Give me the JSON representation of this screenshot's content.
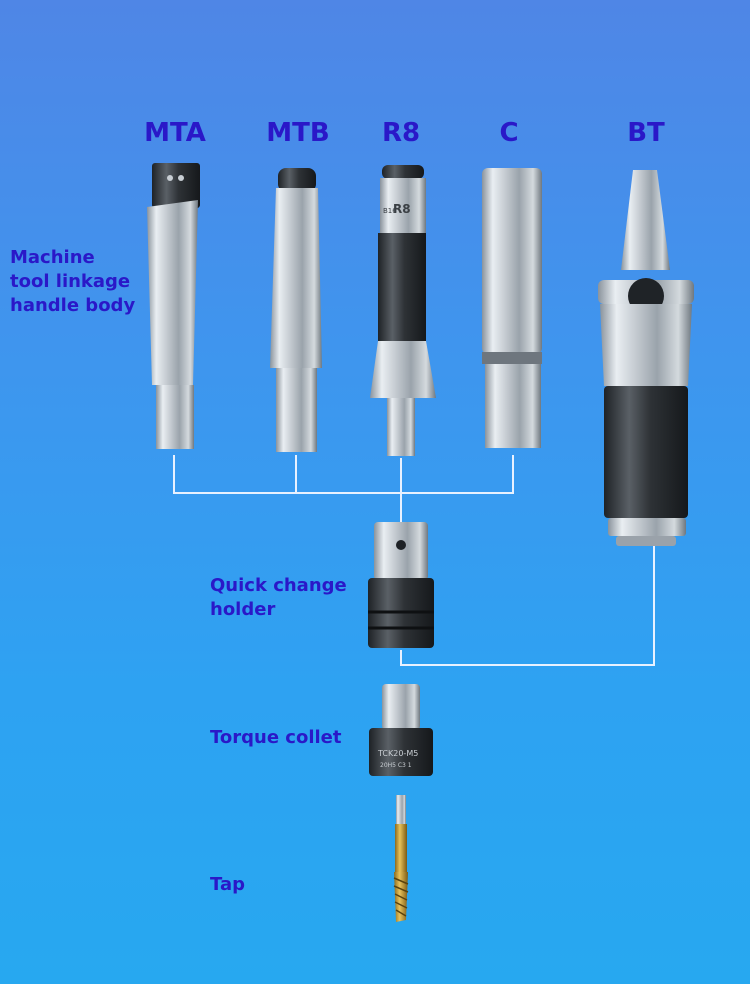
{
  "labels": {
    "mta": "MTA",
    "mtb": "MTB",
    "r8": "R8",
    "c": "C",
    "bt": "BT",
    "handle_line1": "Machine",
    "handle_line2": "tool linkage",
    "handle_line3": "handle body",
    "quick_line1": "Quick change",
    "quick_line2": "holder",
    "torque": "Torque collet",
    "tap": "Tap"
  },
  "engravings": {
    "r8_mark": "R8",
    "r8_side": "B16",
    "collet_mark1": "TCK20-M5",
    "collet_mark2": "20H5  C3 1"
  },
  "colors": {
    "label": "#2a18c8",
    "connector": "#e8f1ff"
  }
}
